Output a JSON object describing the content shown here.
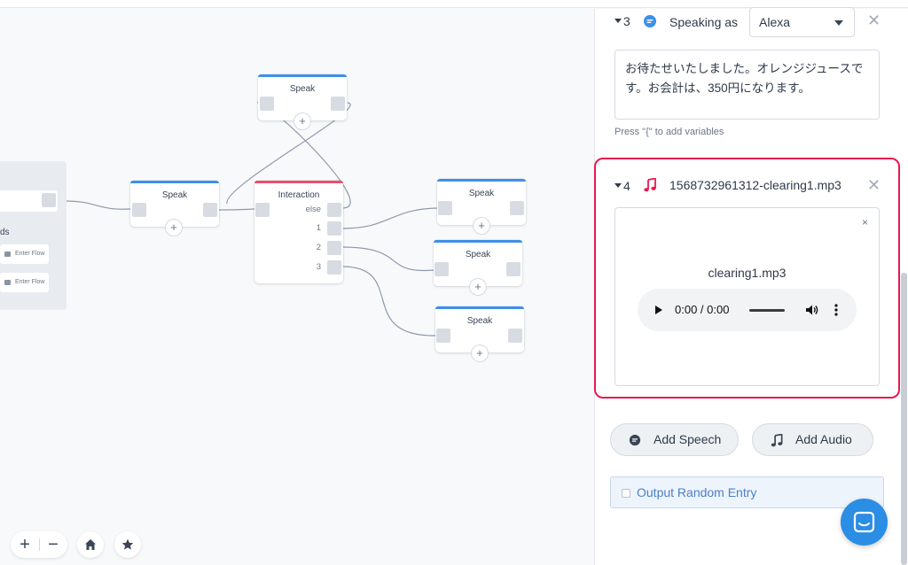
{
  "canvas": {
    "blocks": {
      "speak_left": {
        "title": "Speak"
      },
      "speak_top": {
        "title": "Speak"
      },
      "interaction": {
        "title": "Interaction",
        "outputs": [
          "else",
          "1",
          "2",
          "3"
        ]
      },
      "speak_r1": {
        "title": "Speak"
      },
      "speak_r2": {
        "title": "Speak"
      },
      "speak_r3": {
        "title": "Speak"
      }
    },
    "left_group": {
      "label": "ds",
      "enter_flow_buttons": [
        "Enter Flow",
        "Enter Flow"
      ]
    },
    "add_symbol": "+",
    "toolbar": {
      "zoom_in": "+",
      "zoom_out": "−"
    }
  },
  "panel": {
    "speech_item": {
      "index": "3",
      "speaking_as_label": "Speaking as",
      "voice": "Alexa",
      "text": "お待たせいたしました。オレンジジュースです。お会計は、350円になります。",
      "hint": "Press \"{\" to add variables"
    },
    "audio_item": {
      "index": "4",
      "filename": "1568732961312-clearing1.mp3",
      "audio_name": "clearing1.mp3",
      "time": "0:00 / 0:00",
      "close_symbol": "×",
      "highlight_color": "#e8194f"
    },
    "remove_symbol": "✕",
    "buttons": {
      "add_speech": "Add Speech",
      "add_audio": "Add Audio"
    },
    "random_entry_label": "Output Random Entry"
  },
  "colors": {
    "accent": "#3d8fe8",
    "interaction": "#e8506a",
    "chat": "#2b8de3"
  }
}
